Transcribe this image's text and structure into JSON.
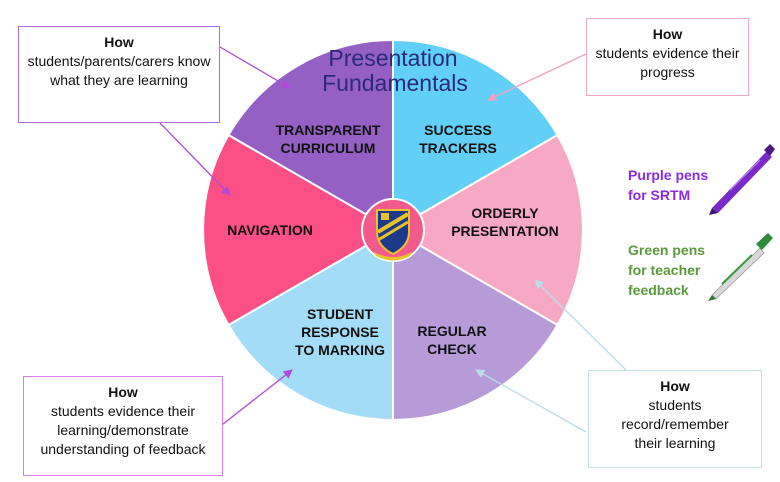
{
  "diagram": {
    "title_line1": "Presentation",
    "title_line2": "Fundamentals",
    "segments": [
      {
        "id": "transparent-curriculum",
        "lines": [
          "TRANSPARENT",
          "CURRICULUM"
        ],
        "color": "#62cff6"
      },
      {
        "id": "success-trackers",
        "lines": [
          "SUCCESS",
          "TRACKERS"
        ],
        "color": "#f7a8c4"
      },
      {
        "id": "orderly-presentation",
        "lines": [
          "ORDERLY",
          "PRESENTATION"
        ],
        "color": "#b69bd8"
      },
      {
        "id": "regular-check",
        "lines": [
          "REGULAR",
          "CHECK"
        ],
        "color": "#a3dcf6"
      },
      {
        "id": "student-response",
        "lines": [
          "STUDENT",
          "RESPONSE",
          "TO MARKING"
        ],
        "color": "#fb4f86"
      },
      {
        "id": "navigation",
        "lines": [
          "NAVIGATION"
        ],
        "color": "#9460c4"
      }
    ],
    "center_color": "#f25a8c"
  },
  "boxes": {
    "top_left": {
      "head": "How",
      "body": "students/parents/carers know what they are learning"
    },
    "top_right": {
      "head": "How",
      "body": "students evidence their progress"
    },
    "bottom_left": {
      "head": "How",
      "body": "students evidence their learning/demonstrate understanding of feedback"
    },
    "bottom_right": {
      "head": "How",
      "body": "students record/remember their learning"
    }
  },
  "pens": {
    "purple_label": "Purple pens for SRTM",
    "green_label": "Green pens for teacher feedback",
    "purple_color": "#8a2be2",
    "green_color": "#5a9a3a"
  }
}
